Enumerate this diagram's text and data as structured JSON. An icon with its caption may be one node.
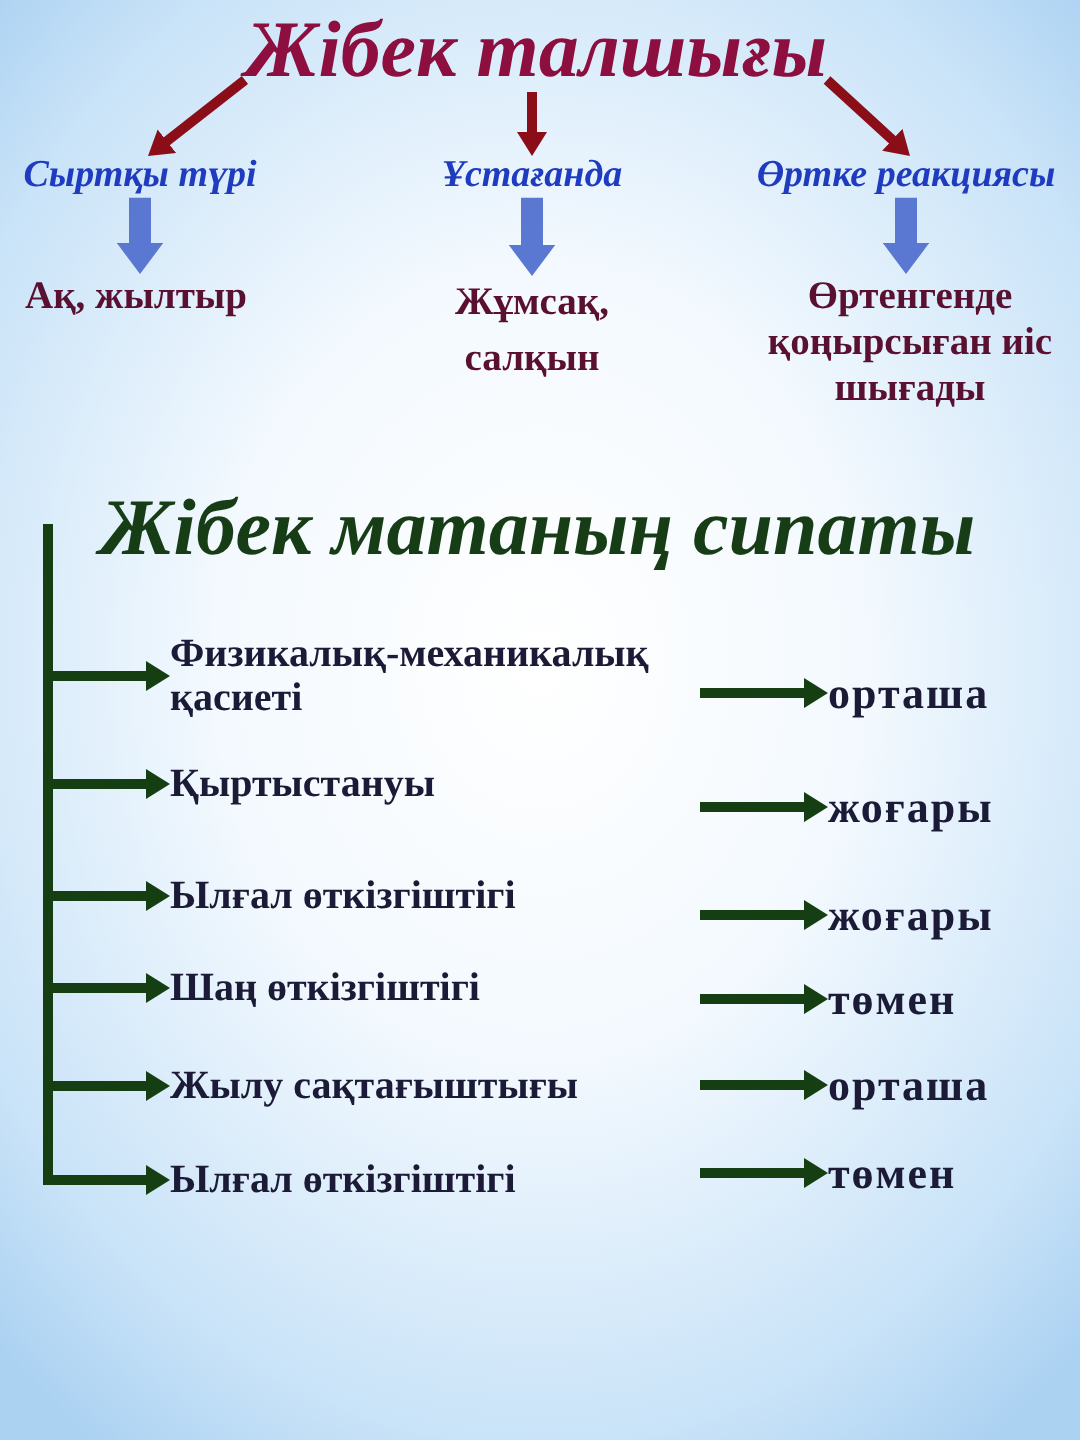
{
  "diagram": {
    "nodes": [
      {
        "text": [
          "Жібек талшығы"
        ]
      },
      {
        "text": [
          "Сыртқы түрі"
        ]
      },
      {
        "text": [
          "Ұстағанда"
        ]
      },
      {
        "text": [
          "Өртке реакциясы"
        ]
      },
      {
        "text": [
          "Ақ, жылтыр"
        ]
      },
      {
        "text": [
          "Жұмсақ, салқын"
        ]
      },
      {
        "text": [
          "Өртенгенде қоңырсыған иіс шығады"
        ]
      },
      {
        "text": [
          "Физикалық-механикалық қасиеті"
        ]
      },
      {
        "text": [
          "Қыртыстануы"
        ]
      },
      {
        "text": [
          "Ылғал өткізгіштігі"
        ]
      },
      {
        "text": [
          "Шаң өткізгіштігі"
        ]
      },
      {
        "text": [
          "Жылу сақтағыштығы"
        ]
      },
      {
        "text": [
          "Ылғал өткізгіштігі"
        ]
      },
      {
        "text": [
          "орташа"
        ]
      },
      {
        "text": [
          "жоғары"
        ]
      },
      {
        "text": [
          "жоғары"
        ]
      },
      {
        "text": [
          "төмен"
        ]
      },
      {
        "text": [
          "орташа"
        ]
      },
      {
        "text": [
          "төмен"
        ]
      }
    ],
    "edges": [
      {
        "from": 0,
        "to": 1,
        "arrow": "to",
        "color": "#8b0d17"
      },
      {
        "from": 0,
        "to": 2,
        "arrow": "to",
        "color": "#8b0d17"
      },
      {
        "from": 0,
        "to": 3,
        "arrow": "to",
        "color": "#8b0d17"
      },
      {
        "from": 1,
        "to": 4,
        "arrow": "to",
        "style": "thick",
        "color": "#5a78d2"
      },
      {
        "from": 2,
        "to": 5,
        "arrow": "to",
        "style": "thick",
        "color": "#5a78d2"
      },
      {
        "from": 3,
        "to": 6,
        "arrow": "to",
        "style": "thick",
        "color": "#5a78d2"
      },
      {
        "from": null,
        "to": 7,
        "arrow": "to"
      },
      {
        "from": null,
        "to": 8,
        "arrow": "to"
      },
      {
        "from": null,
        "to": 9,
        "arrow": "to"
      },
      {
        "from": null,
        "to": 10,
        "arrow": "to"
      },
      {
        "from": null,
        "to": 11,
        "arrow": "to"
      },
      {
        "from": null,
        "to": 12,
        "arrow": "to"
      },
      {
        "from": null,
        "to": 13,
        "arrow": "to"
      },
      {
        "from": null,
        "to": 14,
        "arrow": "to"
      },
      {
        "from": null,
        "to": 15,
        "arrow": "to"
      },
      {
        "from": null,
        "to": 16,
        "arrow": "to"
      },
      {
        "from": null,
        "to": 17,
        "arrow": "to"
      },
      {
        "from": null,
        "to": 18,
        "arrow": "to"
      }
    ],
    "labels": [
      "Жібек матаның сипаты"
    ]
  }
}
